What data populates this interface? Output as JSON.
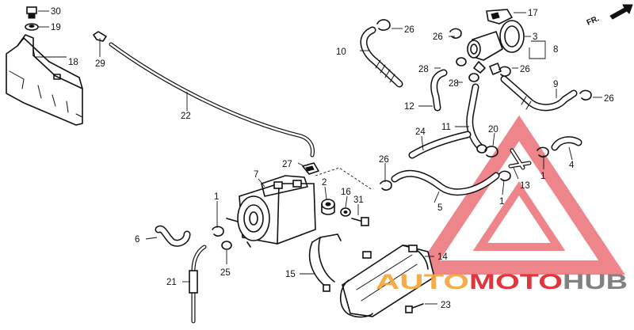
{
  "diagram": {
    "front_marker": "FR.",
    "callouts": {
      "c1a": "1",
      "c1b": "1",
      "c1c": "1",
      "c2": "2",
      "c3": "3",
      "c4": "4",
      "c5": "5",
      "c6": "6",
      "c7": "7",
      "c8": "8",
      "c9": "9",
      "c10": "10",
      "c11": "11",
      "c12": "12",
      "c13": "13",
      "c14": "14",
      "c15": "15",
      "c16": "16",
      "c17": "17",
      "c18": "18",
      "c19": "19",
      "c20": "20",
      "c21": "21",
      "c22": "22",
      "c23": "23",
      "c24": "24",
      "c25": "25",
      "c26a": "26",
      "c26b": "26",
      "c26c": "26",
      "c26d": "26",
      "c26e": "26",
      "c27": "27",
      "c28a": "28",
      "c28b": "28",
      "c29": "29",
      "c30": "30",
      "c31": "31"
    }
  },
  "watermark": {
    "part_auto": "AUTO",
    "part_moto": "MOTO",
    "part_hub": "HUB",
    "triangle_color": "#e0232b",
    "accent_color": "#f6a53a"
  }
}
